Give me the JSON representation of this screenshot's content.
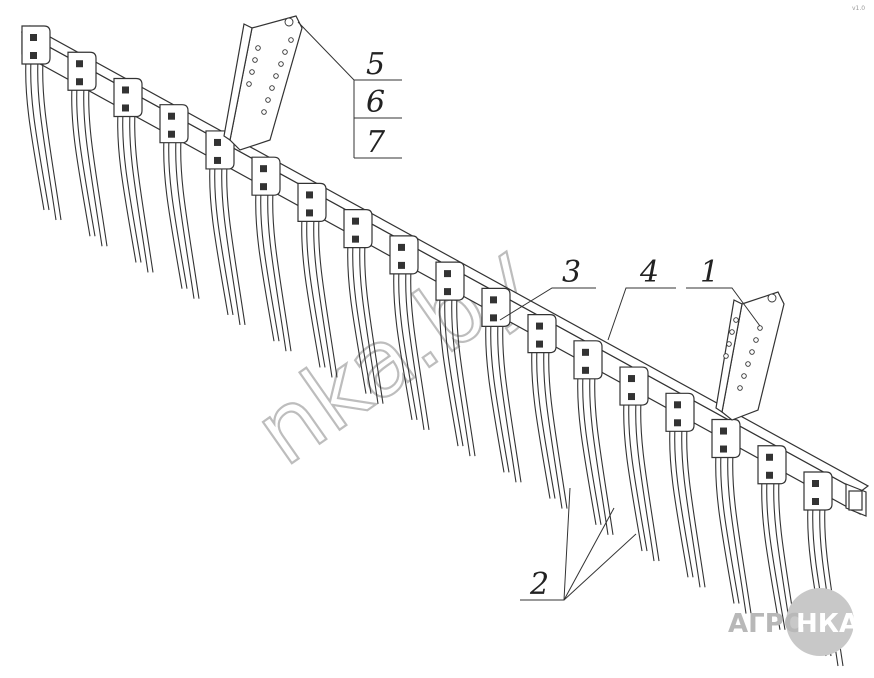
{
  "callouts": [
    {
      "id": "c1",
      "text": "1"
    },
    {
      "id": "c2",
      "text": "2"
    },
    {
      "id": "c3",
      "text": "3"
    },
    {
      "id": "c4",
      "text": "4"
    },
    {
      "id": "c5",
      "text": "5"
    },
    {
      "id": "c6",
      "text": "6"
    },
    {
      "id": "c7",
      "text": "7"
    }
  ],
  "watermark": "nka.by",
  "brand_logo": {
    "left": "АГРО",
    "right": "НКА"
  },
  "corner_mark": "v1.0"
}
